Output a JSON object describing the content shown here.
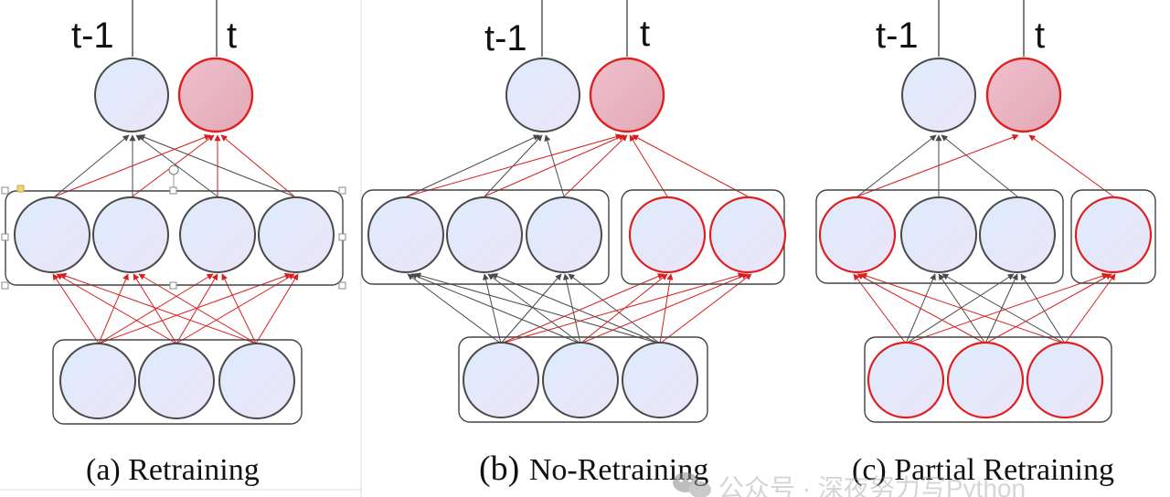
{
  "panels": [
    {
      "id": "a",
      "caption": "(a) Retraining",
      "output_labels": [
        "t-1",
        "t"
      ],
      "new_output": "t",
      "hidden_new": [
        false,
        false,
        false,
        false
      ],
      "input_new": [
        false,
        false,
        false
      ],
      "selected_group": true
    },
    {
      "id": "b",
      "caption_letter": "(b)",
      "caption_rest": "No-Retraining",
      "output_labels": [
        "t-1",
        "t"
      ],
      "new_output": "t",
      "hidden_new": [
        false,
        false,
        false,
        true,
        true
      ],
      "input_new": [
        false,
        false,
        false
      ],
      "selected_group": false
    },
    {
      "id": "c",
      "caption": "(c) Partial Retraining",
      "output_labels": [
        "t-1",
        "t"
      ],
      "new_output": "t",
      "hidden_new": [
        true,
        false,
        false,
        true
      ],
      "input_new": [
        true,
        true,
        true
      ],
      "selected_group": false
    }
  ],
  "watermark": {
    "text": "公众号 · 深夜努力写Python",
    "icon": "wechat-icon"
  },
  "colors": {
    "node_fill_top": "#dcecfb",
    "node_fill_bottom": "#ece4f8",
    "node_stroke_old": "#4a4a4a",
    "node_stroke_new": "#e02020",
    "new_output_fill": "#e8b4c0",
    "edge_old": "#4a4a4a",
    "edge_new": "#d81e1e",
    "frame": "#444444",
    "selection_handle": "#999999",
    "selection_handle_gold": "#f3d27a"
  }
}
